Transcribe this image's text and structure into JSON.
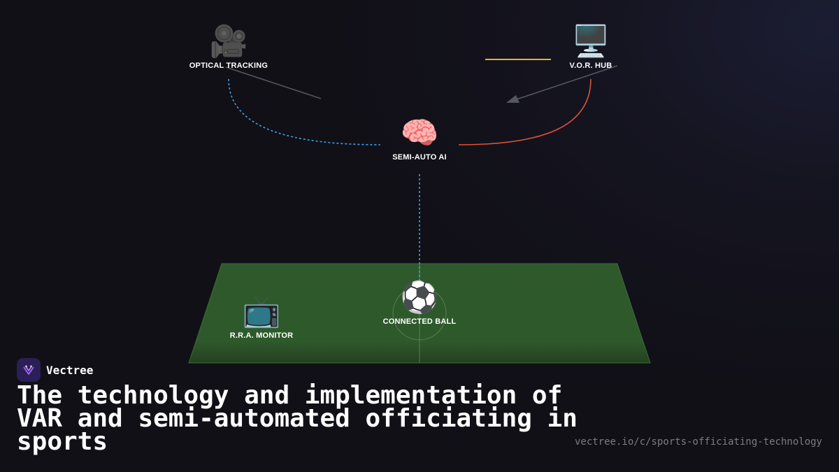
{
  "diagram": {
    "nodes": {
      "optical_tracking": {
        "label": "OPTICAL TRACKING",
        "icon": "video-camera-icon",
        "glyph": "🎥"
      },
      "vor_hub": {
        "label": "V.O.R. HUB",
        "icon": "desktop-computer-icon",
        "glyph": "🖥️"
      },
      "semi_auto_ai": {
        "label": "SEMI-AUTO AI",
        "icon": "brain-icon",
        "glyph": "🧠"
      },
      "rra_monitor": {
        "label": "R.R.A. MONITOR",
        "icon": "television-icon",
        "glyph": "📺"
      },
      "connected_ball": {
        "label": "CONNECTED BALL",
        "icon": "soccer-ball-icon",
        "glyph": "⚽"
      }
    },
    "colors": {
      "pitch": "#2e5a2b",
      "tracking_link": "#3aa0e8",
      "hub_link": "#e0503a",
      "hub_accent": "#e6b422",
      "arrow": "#55565e"
    }
  },
  "brand": {
    "name": "Vectree"
  },
  "title": "The technology and implementation of VAR and semi-automated officiating in sports",
  "url": "vectree.io/c/sports-officiating-technology"
}
